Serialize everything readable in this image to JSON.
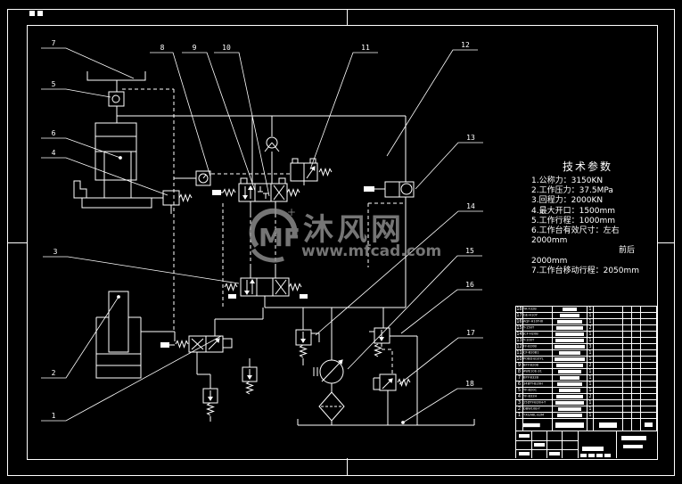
{
  "drawing": {
    "background": "#000000",
    "line_color": "#ffffff",
    "watermark_color": "#8f8f8f",
    "type": "hydraulic-press-schematic"
  },
  "watermark": {
    "logo": "MF",
    "brand": "沐风网",
    "url": "www.mfcad.com"
  },
  "tech_params": {
    "title": "技术参数",
    "lines": [
      "1.公称力：3150KN",
      "2.工作压力：37.5MPa",
      "3.回程力：2000KN",
      "4.最大开口：1500mm",
      "5.工作行程：1000mm",
      "6.工作台有效尺寸：左右",
      "2000mm",
      "前后",
      "2000mm",
      "7.工作台移动行程：2050mm"
    ]
  },
  "callouts": {
    "c1": "1",
    "c2": "2",
    "c3": "3",
    "c4": "4",
    "c5": "5",
    "c6": "6",
    "c7": "7",
    "c8": "8",
    "c9": "9",
    "c10": "10",
    "c11": "11",
    "c12": "12",
    "c13": "13",
    "c14": "14",
    "c15": "15",
    "c16": "16",
    "c17": "17",
    "c18": "18"
  },
  "bom": {
    "rows": [
      {
        "no": "18",
        "code": "YA-F32B",
        "qty": "1",
        "w": 40
      },
      {
        "no": "17",
        "code": "GE-H10Y",
        "qty": "1",
        "w": 58
      },
      {
        "no": "16",
        "code": "AQF-H10Y-III",
        "qty": "1",
        "w": 72
      },
      {
        "no": "15",
        "code": "Y-150T",
        "qty": "2",
        "w": 80
      },
      {
        "no": "14",
        "code": "JCF-H20B",
        "qty": "1",
        "w": 86
      },
      {
        "no": "13",
        "code": "Y-100T",
        "qty": "1",
        "w": 82
      },
      {
        "no": "12",
        "code": "FF-B20B",
        "qty": "3",
        "w": 88
      },
      {
        "no": "11",
        "code": "CF-B20B1",
        "qty": "1",
        "w": 62
      },
      {
        "no": "10",
        "code": "POBD-B10YL",
        "qty": "1",
        "w": 92
      },
      {
        "no": "9",
        "code": "BFY-B20B",
        "qty": "2",
        "w": 78
      },
      {
        "no": "8",
        "code": "4WE10E-31",
        "qty": "1",
        "w": 70
      },
      {
        "no": "7",
        "code": "BFY-B32B",
        "qty": "1",
        "w": 56
      },
      {
        "no": "6",
        "code": "34BYY-B20H",
        "qty": "1",
        "w": 74
      },
      {
        "no": "5",
        "code": "YF-B20C",
        "qty": "1",
        "w": 62
      },
      {
        "no": "4",
        "code": "YF-B32H",
        "qty": "2",
        "w": 80
      },
      {
        "no": "3",
        "code": "25DYY-B20H-T",
        "qty": "1",
        "w": 86
      },
      {
        "no": "2",
        "code": "DBW10B-T",
        "qty": "1",
        "w": 66
      },
      {
        "no": "1",
        "code": "TXGA6L-E2M",
        "qty": "1",
        "w": 72
      }
    ]
  }
}
